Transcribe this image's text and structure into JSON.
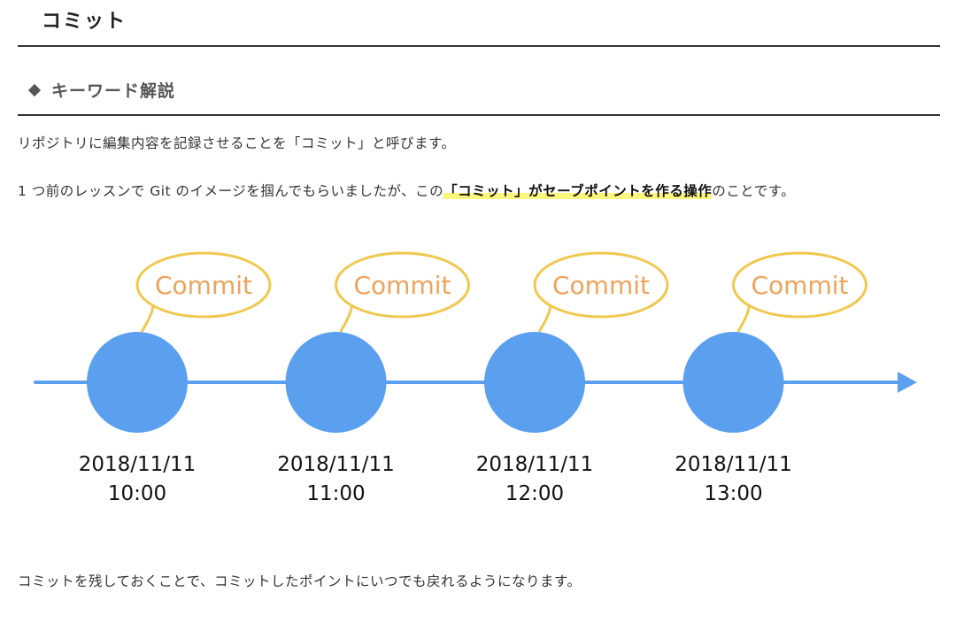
{
  "title": "コミット",
  "subheading": "キーワード解説",
  "para1": "リポジトリに編集内容を記録させることを「コミット」と呼びます。",
  "para2": {
    "before": "1 つ前のレッスンで Git のイメージを掴んでもらいましたが、この",
    "highlight": "「コミット」がセーブポイントを作る操作",
    "after": "のことです。"
  },
  "diagram": {
    "bubble_label": "Commit",
    "commits": [
      {
        "label": "Commit",
        "date": "2018/11/11",
        "time": "10:00"
      },
      {
        "label": "Commit",
        "date": "2018/11/11",
        "time": "11:00"
      },
      {
        "label": "Commit",
        "date": "2018/11/11",
        "time": "12:00"
      },
      {
        "label": "Commit",
        "date": "2018/11/11",
        "time": "13:00"
      }
    ],
    "colors": {
      "circle": "#5b9fef",
      "line": "#5b9fef",
      "bubble": "#f0c850",
      "bubble_text": "#eea35a"
    }
  },
  "para3": "コミットを残しておくことで、コミットしたポイントにいつでも戻れるようになります。"
}
